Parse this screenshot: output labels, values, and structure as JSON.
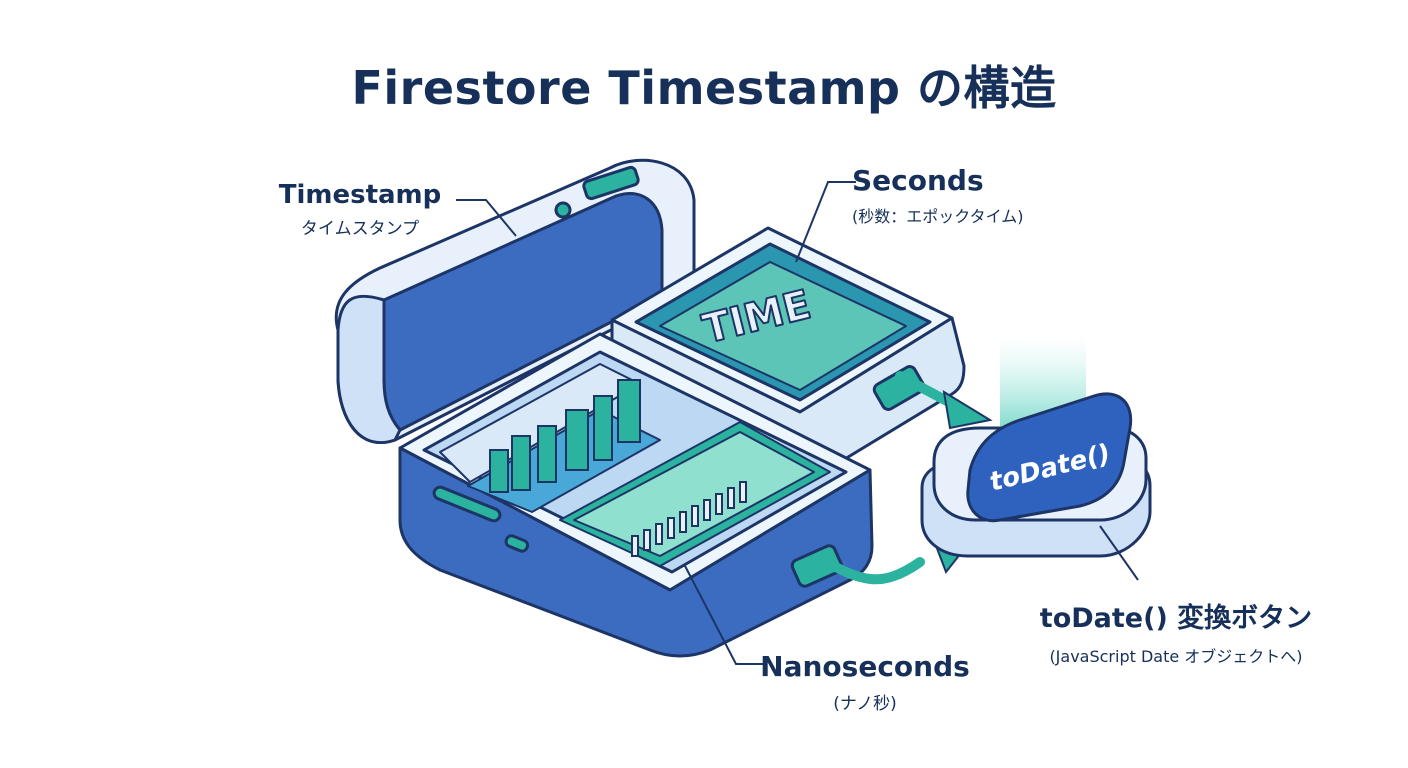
{
  "title": "Firestore Timestamp の構造",
  "labels": {
    "timestamp": {
      "main": "Timestamp",
      "sub": "タイムスタンプ"
    },
    "seconds": {
      "main": "Seconds",
      "sub": "(秒数：エポックタイム)"
    },
    "nanoseconds": {
      "main": "Nanoseconds",
      "sub": "(ナノ秒)"
    },
    "todate": {
      "main": "toDate() 変換ボタン",
      "sub": "(JavaScript Date オブジェクトへ)"
    }
  },
  "illustration": {
    "seconds_tray_text": "TIME",
    "button_text": "toDate()"
  },
  "colors": {
    "navy": "#16305a",
    "outline": "#1d3566",
    "blue": "#3b6cc0",
    "light_blue": "#cfe1f6",
    "teal": "#2bb3a0",
    "mint": "#8fe0cf"
  }
}
